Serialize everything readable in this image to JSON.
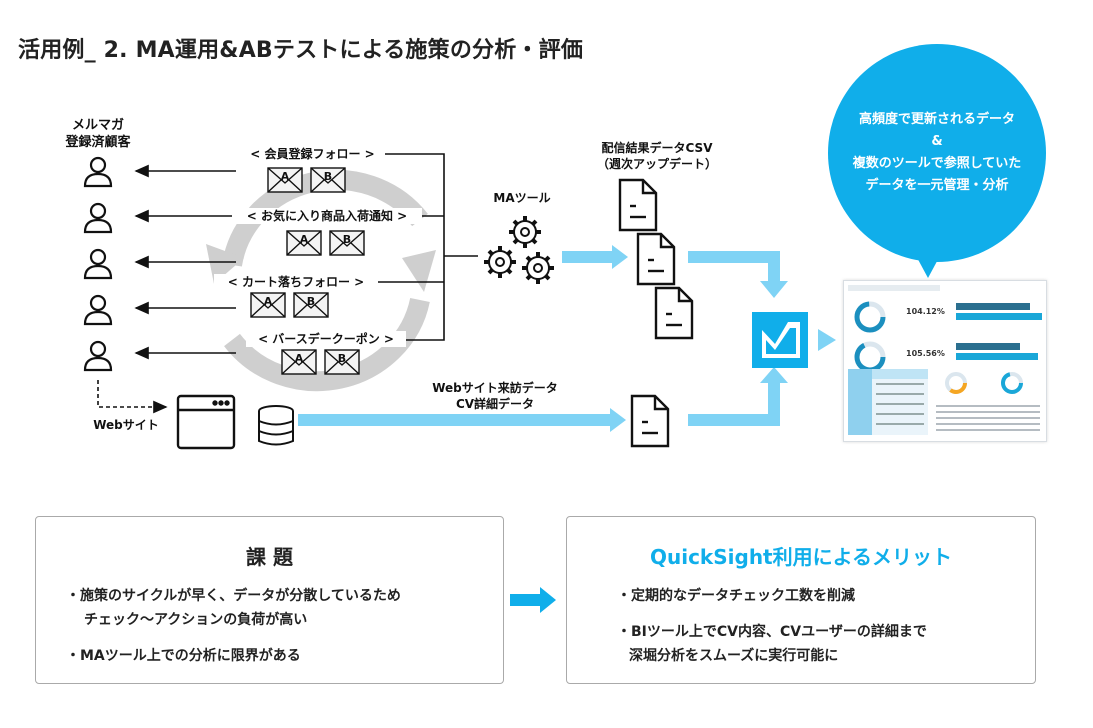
{
  "title": "活用例_ 2. MA運用&ABテストによる施策の分析・評価",
  "customers_label_1": "メルマガ",
  "customers_label_2": "登録済顧客",
  "campaigns": [
    {
      "label": "< 会員登録フォロー >"
    },
    {
      "label": "< お気に入り商品入荷通知 >"
    },
    {
      "label": "< カート落ちフォロー >"
    },
    {
      "label": "< バースデークーポン >"
    }
  ],
  "envelope_a": "A",
  "envelope_b": "B",
  "ma_tool_label": "MAツール",
  "csv_label_1": "配信結果データCSV",
  "csv_label_2": "（週次アップデート）",
  "website_label": "Webサイト",
  "web_data_label_1": "Webサイト来訪データ",
  "web_data_label_2": "CV詳細データ",
  "bubble_lines": [
    "高頻度で更新されるデータ",
    "&",
    "複数のツールで参照していた",
    "データを一元管理・分析"
  ],
  "dashboard": {
    "kpi_1": "104.12%",
    "kpi_2": "105.56%"
  },
  "problem_panel": {
    "title": "課 題",
    "bullets": [
      "・施策のサイクルが早く、データが分散しているため",
      "チェック〜アクションの負荷が高い",
      "・MAツール上での分析に限界がある"
    ]
  },
  "merit_panel": {
    "title": "QuickSight利用によるメリット",
    "bullets": [
      "・定期的なデータチェック工数を削減",
      "・BIツール上でCV内容、CVユーザーの詳細まで",
      "深堀分析をスムーズに実行可能に"
    ]
  },
  "colors": {
    "accent_blue": "#10aeea",
    "light_blue_arrow": "#7fd3f5",
    "cycle_gray": "#cfcfcf"
  }
}
